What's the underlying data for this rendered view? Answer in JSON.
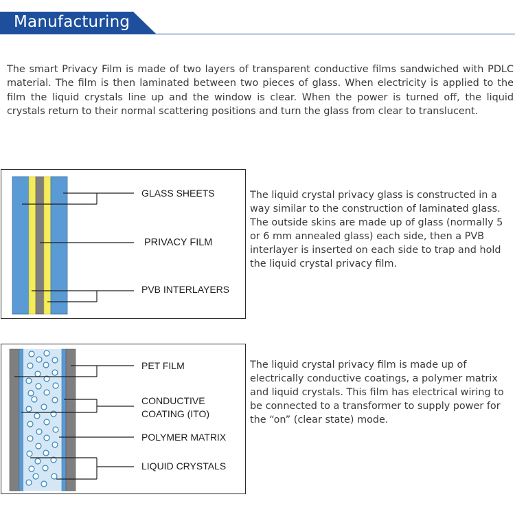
{
  "header": {
    "title": "Manufacturing"
  },
  "intro": {
    "text": "The smart Privacy Film is made of two layers of transparent conductive films sandwiched with PDLC material. The film is then laminated between two pieces of glass. When electricity is applied to the film the liquid crystals line up and the window is clear. When the power is turned off, the liquid crystals return to their normal scattering positions and turn the glass from clear to translucent."
  },
  "diagram1": {
    "labels": {
      "glass_sheets": "GLASS SHEETS",
      "privacy_film": "PRIVACY FILM",
      "pvb_interlayers": "PVB INTERLAYERS"
    },
    "colors": {
      "glass": "#5b9bd5",
      "pvb": "#f5ec5b",
      "film": "#7f7f7f"
    },
    "description": "The liquid crystal privacy glass is constructed in a way similar to the construction of laminated glass. The outside skins are made up of glass (normally 5 or 6 mm annealed glass) each side, then a PVB interlayer is inserted on each side to trap and hold the liquid crystal privacy film."
  },
  "diagram2": {
    "labels": {
      "pet_film": "PET FILM",
      "conductive_coating_line1": "CONDUCTIVE",
      "conductive_coating_line2": "COATING (ITO)",
      "polymer_matrix": "POLYMER MATRIX",
      "liquid_crystals": "LIQUID CRYSTALS"
    },
    "colors": {
      "pet": "#7f7f7f",
      "coating": "#5b9bd5",
      "matrix": "#d5e7f5",
      "crystal": "#2e86c1"
    },
    "description": "The liquid crystal privacy film is made up of electrically conductive coatings, a polymer matrix and liquid crystals. This film has electrical wiring to be connected to a transformer to supply power for the “on” (clear state) mode."
  }
}
